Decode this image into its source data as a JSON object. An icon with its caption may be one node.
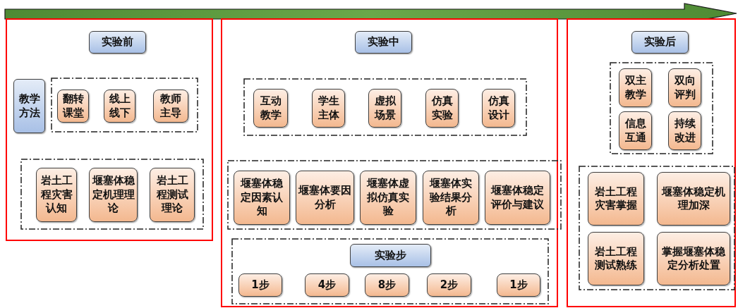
{
  "diagram": {
    "nodes": [
      {
        "text": [],
        "shape": "box"
      },
      {
        "text": [
          "实验前"
        ],
        "in": 0
      },
      {
        "text": [
          "教学方法"
        ],
        "in": 0
      },
      {
        "text": [],
        "shape": "box",
        "in": 0
      },
      {
        "text": [
          "翻转课堂"
        ],
        "in": 3
      },
      {
        "text": [
          "线上线下"
        ],
        "in": 3
      },
      {
        "text": [
          "教师主导"
        ],
        "in": 3
      },
      {
        "text": [],
        "shape": "box",
        "in": 0
      },
      {
        "text": [
          "岩土工程灾害认知"
        ],
        "in": 7
      },
      {
        "text": [
          "堰塞体稳定机理理论"
        ],
        "in": 7
      },
      {
        "text": [
          "岩土工程测试理论"
        ],
        "in": 7
      },
      {
        "text": [],
        "shape": "box"
      },
      {
        "text": [
          "实验中"
        ],
        "in": 11
      },
      {
        "text": [],
        "shape": "box",
        "in": 11
      },
      {
        "text": [
          "互动教学"
        ],
        "in": 13
      },
      {
        "text": [
          "学生主体"
        ],
        "in": 13
      },
      {
        "text": [
          "虚拟场景"
        ],
        "in": 13
      },
      {
        "text": [
          "仿真实验"
        ],
        "in": 13
      },
      {
        "text": [
          "仿真设计"
        ],
        "in": 13
      },
      {
        "text": [],
        "shape": "box",
        "in": 11
      },
      {
        "text": [
          "堰塞体稳定因素认知"
        ],
        "in": 19
      },
      {
        "text": [
          "堰塞体要因分析"
        ],
        "in": 19
      },
      {
        "text": [
          "堰塞体虚拟仿真实验"
        ],
        "in": 19
      },
      {
        "text": [
          "堰塞体实验结果分析"
        ],
        "in": 19
      },
      {
        "text": [
          "堰塞体稳定评价与建议"
        ],
        "in": 19
      },
      {
        "text": [],
        "shape": "box",
        "in": 11
      },
      {
        "text": [
          "实验步"
        ],
        "in": 25
      },
      {
        "text": [
          "1步"
        ],
        "in": 25
      },
      {
        "text": [
          "4步"
        ],
        "in": 25
      },
      {
        "text": [
          "8步"
        ],
        "in": 25
      },
      {
        "text": [
          "2步"
        ],
        "in": 25
      },
      {
        "text": [
          "1步"
        ],
        "in": 25
      },
      {
        "text": [],
        "shape": "box"
      },
      {
        "text": [
          "实验后"
        ],
        "in": 32
      },
      {
        "text": [],
        "shape": "box",
        "in": 32
      },
      {
        "text": [
          "双主教学"
        ],
        "in": 34
      },
      {
        "text": [
          "双向评判"
        ],
        "in": 34
      },
      {
        "text": [
          "信息互通"
        ],
        "in": 34
      },
      {
        "text": [
          "持续改进"
        ],
        "in": 34
      },
      {
        "text": [],
        "shape": "box",
        "in": 32
      },
      {
        "text": [
          "岩土工程灾害掌握"
        ],
        "in": 39
      },
      {
        "text": [
          "堰塞体稳定机理加深"
        ],
        "in": 39
      },
      {
        "text": [
          "岩土工程测试熟练"
        ],
        "in": 39
      },
      {
        "text": [
          "掌握堰塞体稳定分析处置"
        ],
        "in": 39
      }
    ]
  }
}
